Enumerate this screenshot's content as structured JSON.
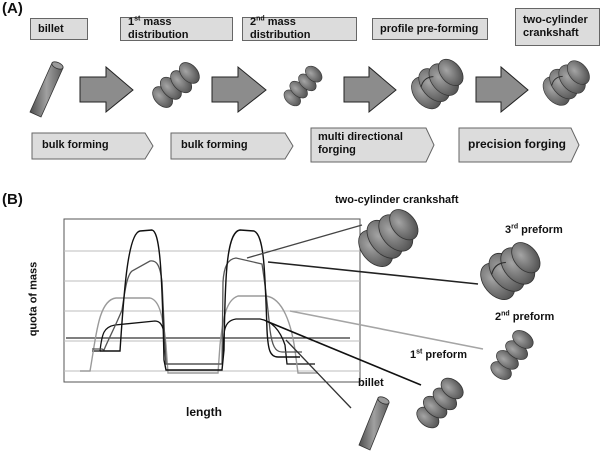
{
  "panel_a": {
    "label": "(A)",
    "stages": [
      {
        "key": "billet",
        "text": "billet"
      },
      {
        "key": "first",
        "text": "1",
        "sup": "st",
        "rest": " mass distribution"
      },
      {
        "key": "second",
        "text": "2",
        "sup": "nd",
        "rest": " mass distribution"
      },
      {
        "key": "preform",
        "text": "profile pre-forming"
      },
      {
        "key": "crank",
        "text": "two-cylinder crankshaft"
      }
    ],
    "processes": [
      {
        "text": "bulk forming"
      },
      {
        "text": "bulk forming"
      },
      {
        "text": "multi directional forging"
      },
      {
        "text": "precision forging"
      }
    ]
  },
  "panel_b": {
    "label": "(B)",
    "y_label": "quota of mass",
    "x_label": "length",
    "parts": [
      {
        "text": "two-cylinder crankshaft"
      },
      {
        "text": "3",
        "sup": "rd",
        "rest": " preform"
      },
      {
        "text": "2",
        "sup": "nd",
        "rest": " preform"
      },
      {
        "text": "1",
        "sup": "st",
        "rest": " preform"
      },
      {
        "text": "billet"
      }
    ]
  },
  "colors": {
    "box_fill": "#dcdcdc",
    "arrow_fill": "#8c8c8c",
    "part": "#7a7a7a"
  }
}
